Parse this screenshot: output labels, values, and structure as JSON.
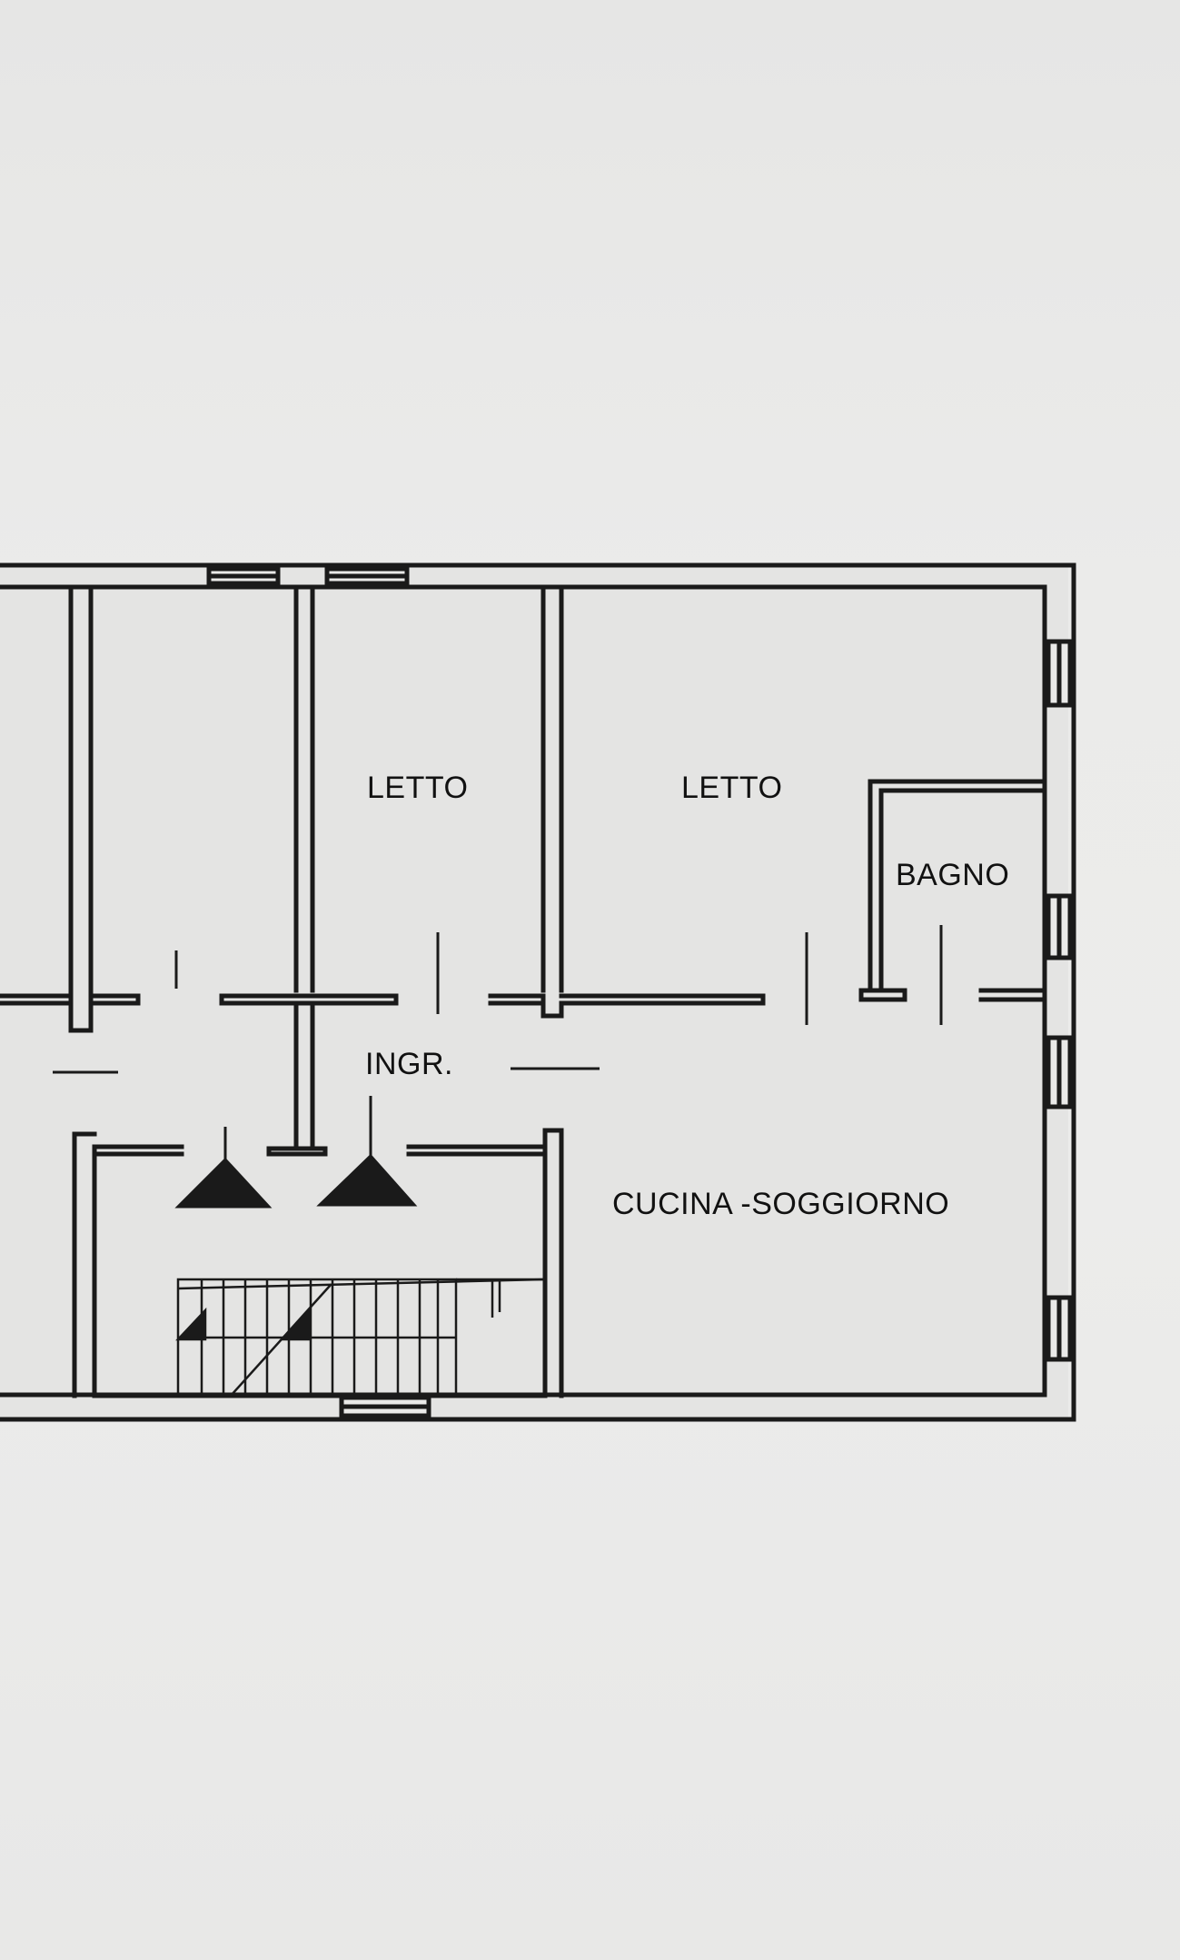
{
  "plan": {
    "rooms": {
      "letto_1": "LETTO",
      "letto_2": "LETTO",
      "bagno": "BAGNO",
      "ingresso": "INGR.",
      "cucina_soggiorno": "CUCINA -SOGGIORNO"
    },
    "colors": {
      "wall": "#1a1a1a",
      "floor": "#e4e4e3",
      "background": "#e9e9e8"
    },
    "icons": [
      "entrance-arrow-icon",
      "staircase-icon"
    ]
  }
}
